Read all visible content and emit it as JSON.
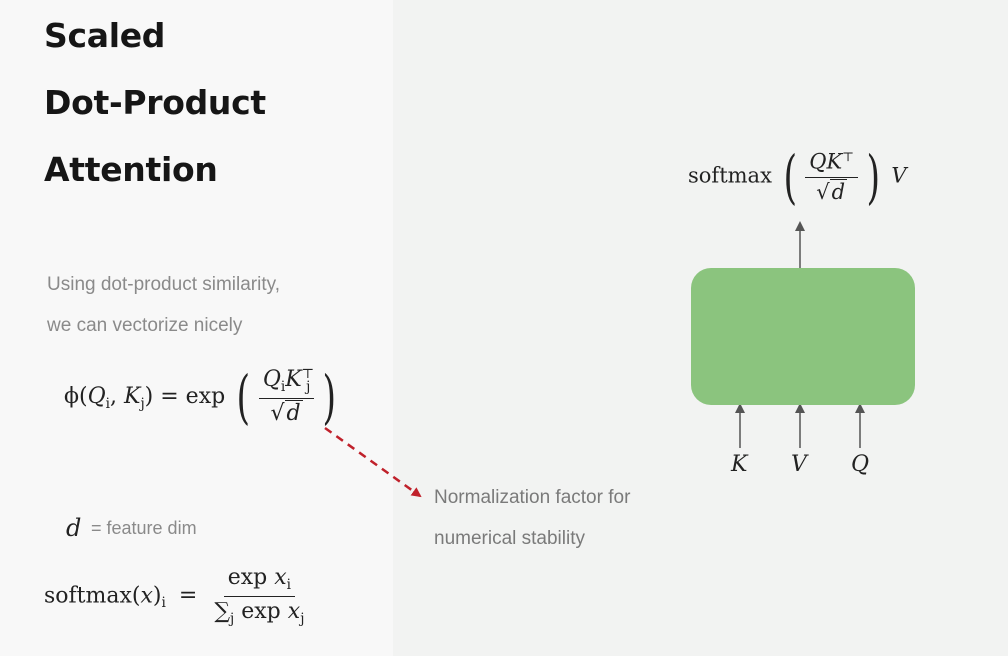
{
  "title": {
    "line1": "Scaled",
    "line2": "Dot-Product",
    "line3": "Attention"
  },
  "intro": {
    "line1": "Using dot-product similarity,",
    "line2": "we can vectorize nicely"
  },
  "phi_formula": {
    "lhs": "ϕ(",
    "q": "Q",
    "qi": "i",
    "comma": ", ",
    "k": "K",
    "kj": "j",
    "rhs_eq": ") = exp",
    "num_q": "Q",
    "num_qi": "i",
    "num_k": "K",
    "num_kj": "j",
    "num_sup": "⊤",
    "den_sqrt": "√",
    "den_d": "d"
  },
  "annotation": {
    "line1": "Normalization factor for",
    "line2": "numerical stability"
  },
  "d_def": {
    "symbol": "d",
    "text": "= feature dim"
  },
  "softmax_def": {
    "lhs": "softmax(",
    "x": "x",
    "close": ")",
    "sub_i": "i",
    "eq": "=",
    "num_exp": "exp ",
    "num_x": "x",
    "num_sub": "i",
    "den_sum": "∑",
    "den_sub": "j",
    "den_exp": " exp ",
    "den_x": "x",
    "den_xsub": "j"
  },
  "output_formula": {
    "softmax": "softmax",
    "num_q": "Q",
    "num_k": "K",
    "num_sup": "⊤",
    "den_sqrt": "√",
    "den_d": "d",
    "v": "V"
  },
  "inputs": [
    "K",
    "V",
    "Q"
  ],
  "colors": {
    "block": "#8bc47e",
    "arrow_dash": "#c0212b",
    "arrow": "#555555"
  }
}
